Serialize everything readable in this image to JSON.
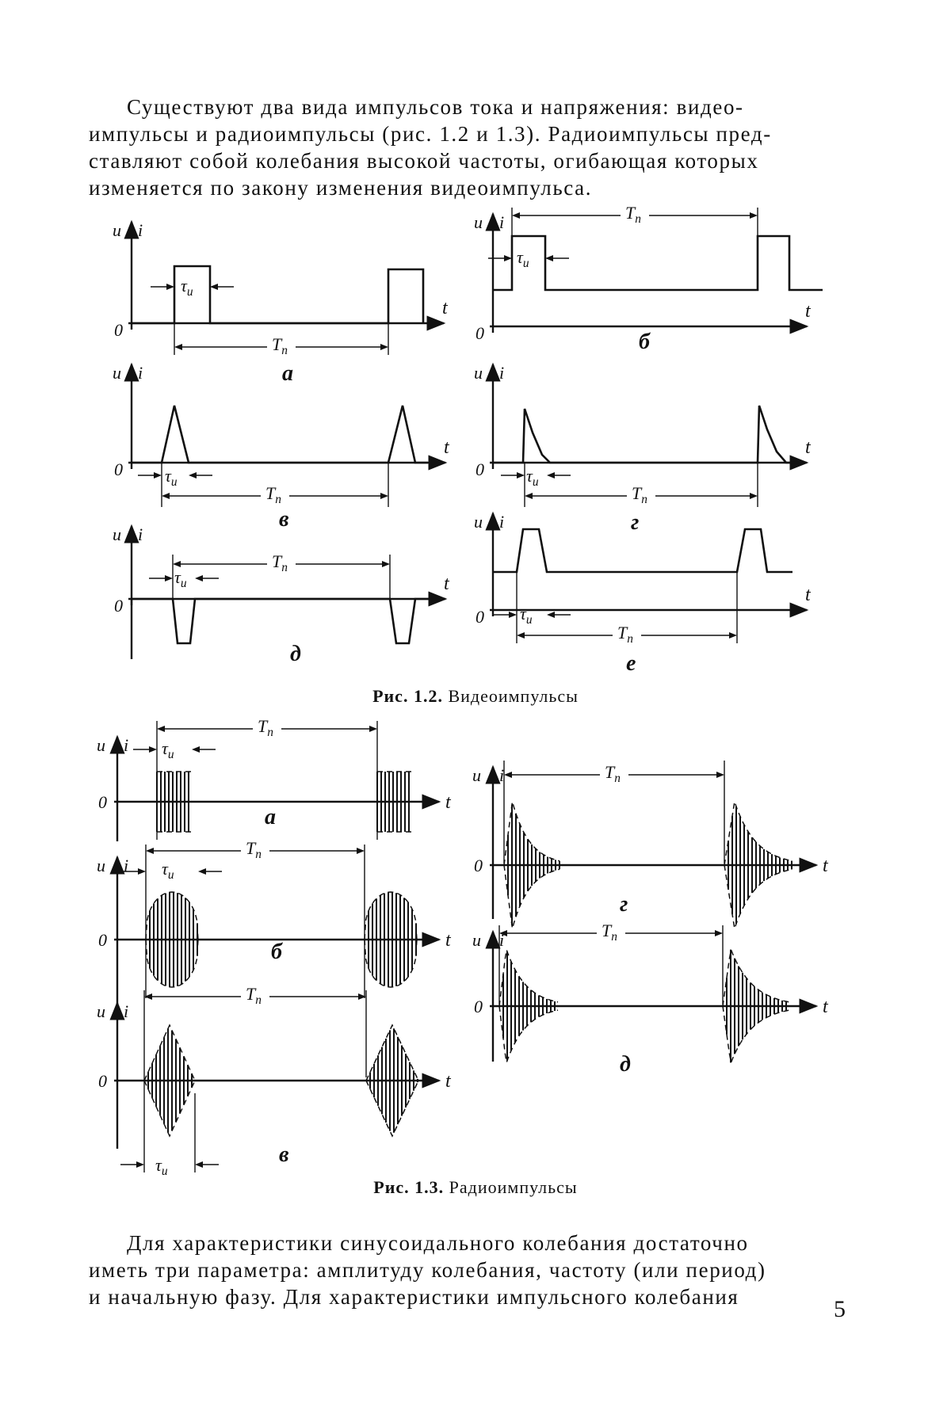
{
  "paragraphs": {
    "top": [
      "Существуют два вида импульсов тока и напряжения: видео-",
      "импульсы и радиоимпульсы (рис. 1.2 и 1.3). Радиоимпульсы пред-",
      "ставляют собой колебания высокой частоты, огибающая которых",
      "изменяется по закону изменения видеоимпульса."
    ],
    "bottom": [
      "Для характеристики синусоидального колебания достаточно",
      "иметь три параметра: амплитуду колебания, частоту (или период)",
      "и начальную фазу. Для характеристики импульсного колебания"
    ]
  },
  "figures": {
    "fig_1_2": {
      "caption_number": "Рис. 1.2.",
      "caption_text": "Видеоимпульсы",
      "panels": [
        {
          "label": "а",
          "shape": "rectangular"
        },
        {
          "label": "б",
          "shape": "rectangular-offset"
        },
        {
          "label": "в",
          "shape": "triangular"
        },
        {
          "label": "г",
          "shape": "sawtooth-exponential"
        },
        {
          "label": "д",
          "shape": "negative-trapezoid"
        },
        {
          "label": "е",
          "shape": "trapezoid-offset"
        }
      ]
    },
    "fig_1_3": {
      "caption_number": "Рис. 1.3.",
      "caption_text": "Радиоимпульсы",
      "panels": [
        {
          "label": "а",
          "envelope": "rectangular"
        },
        {
          "label": "б",
          "envelope": "rounded"
        },
        {
          "label": "в",
          "envelope": "triangular"
        },
        {
          "label": "г",
          "envelope": "exponential"
        },
        {
          "label": "д",
          "envelope": "exponential"
        }
      ]
    }
  },
  "axis_labels": {
    "y": "u",
    "y2": "i",
    "x": "t",
    "origin": "0",
    "pulse_width": "τи",
    "period": "Tп"
  },
  "page_number": "5"
}
